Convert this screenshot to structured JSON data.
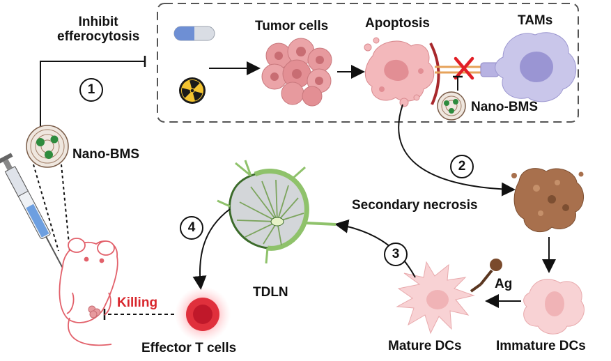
{
  "labels": {
    "inhibit_line1": "Inhibit",
    "inhibit_line2": "efferocytosis",
    "tumor_cells": "Tumor cells",
    "apoptosis": "Apoptosis",
    "tams": "TAMs",
    "nano_bms_top": "Nano-BMS",
    "nano_bms_left": "Nano-BMS",
    "secondary_necrosis": "Secondary necrosis",
    "tdln": "TDLN",
    "ag": "Ag",
    "mature_dcs": "Mature DCs",
    "immature_dcs": "Immature DCs",
    "killing": "Killing",
    "effector_t_cells": "Effector T cells"
  },
  "steps": [
    "1",
    "2",
    "3",
    "4"
  ],
  "colors": {
    "tumor": "#e79a9e",
    "apoptotic": "#f3b8bb",
    "tam": "#c9c6ea",
    "necrosis": "#a8704d",
    "lymph_node": "#8fc26b",
    "dc": "#f8c6c8",
    "t_cell": "#e0303c",
    "killing": "#d8262c",
    "inhibit_x": "#e21f26"
  }
}
